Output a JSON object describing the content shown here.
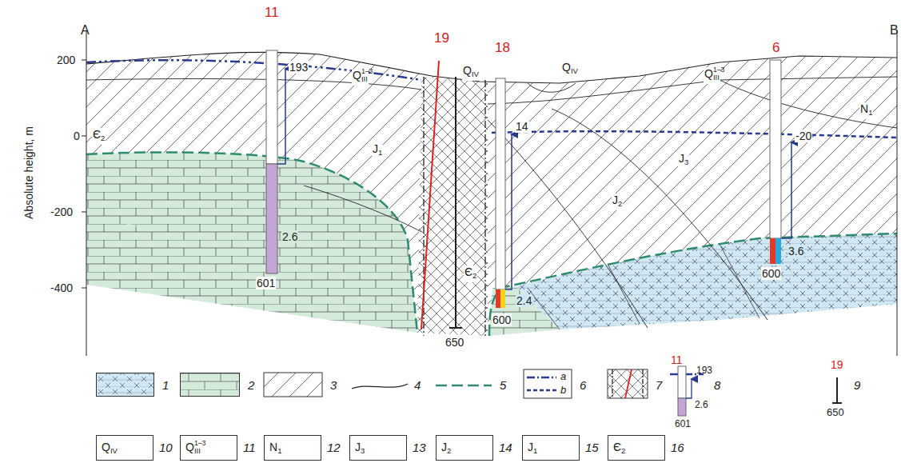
{
  "diagram": {
    "nodes": [
      {
        "text": [
          "QIV",
          "10"
        ]
      },
      {
        "text": [
          "QIII1–3",
          "11"
        ]
      },
      {
        "text": [
          "N1",
          "12"
        ]
      },
      {
        "text": [
          "J3",
          "13"
        ]
      },
      {
        "text": [
          "J2",
          "14"
        ]
      },
      {
        "text": [
          "J1",
          "15"
        ]
      },
      {
        "text": [
          "Є2",
          "16"
        ]
      }
    ],
    "labels": [
      "A",
      "B",
      "Absolute height, m",
      "200",
      "0",
      "-200",
      "-400",
      "11",
      "193",
      "QIII1–3",
      "19",
      "QIV",
      "18",
      "QIV",
      "6",
      "QIII1–3",
      "N1",
      "J1",
      "14",
      "-20",
      "J3",
      "J2",
      "Є2",
      "Є2",
      "2.6",
      "601",
      "Є2",
      "2.4",
      "600",
      "3.6",
      "600",
      "650",
      "11",
      "193",
      "2.6",
      "601",
      "19",
      "650",
      "a",
      "b"
    ],
    "legend": [
      {
        "text": "1",
        "color": "#cfe8f4"
      },
      {
        "text": "2",
        "color": "#d4ebdc"
      },
      {
        "text": "3"
      },
      {
        "text": "4"
      },
      {
        "text": "5"
      },
      {
        "text": "6"
      },
      {
        "text": "7"
      },
      {
        "text": "8"
      },
      {
        "text": "9"
      }
    ]
  }
}
